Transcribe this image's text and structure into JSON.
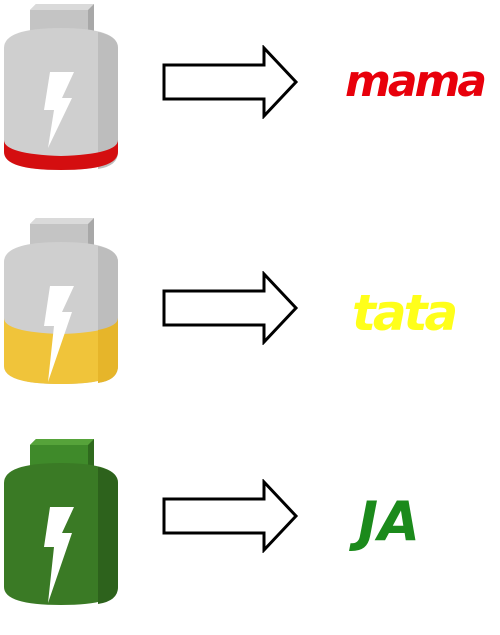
{
  "rows": [
    {
      "label": "mama",
      "battery_level": "low",
      "colors": {
        "body": "#cccccc",
        "cap": "#c7c7c7",
        "fill": "#d40e10",
        "text": "#e8000b"
      }
    },
    {
      "label": "tata",
      "battery_level": "half",
      "colors": {
        "body": "#cccccc",
        "cap": "#c7c7c7",
        "fill": "#f0c43a",
        "text": "#ffff1a"
      }
    },
    {
      "label": "JA",
      "battery_level": "full",
      "colors": {
        "body": "#3a7a25",
        "cap": "#3f8a2a",
        "fill": "#3a7a25",
        "text": "#1b8a1b"
      }
    }
  ],
  "icons": {
    "battery": "battery-icon",
    "lightning": "lightning-bolt-icon",
    "arrow": "right-arrow-icon"
  }
}
